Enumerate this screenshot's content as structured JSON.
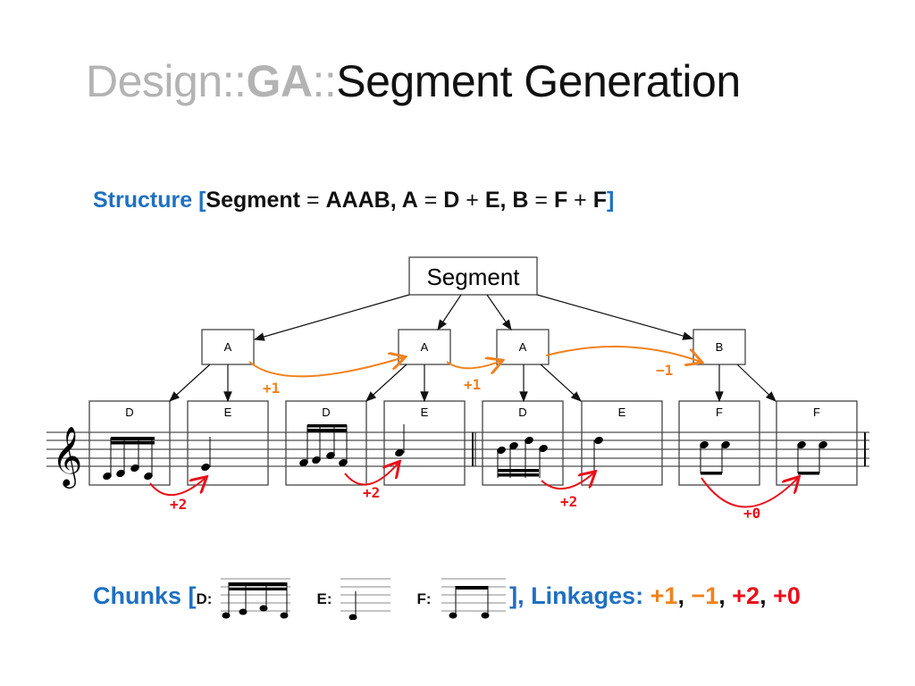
{
  "title": {
    "design": "Design",
    "sep1": "::",
    "ga": "GA",
    "sep2": "::",
    "topic": "Segment Generation"
  },
  "structure": {
    "label": "Structure",
    "open": "[",
    "body_1": "Segment",
    "eq1": " = ",
    "body_2": "AAAB, A",
    "eq2": " = ",
    "body_3": "D",
    "plus1": " + ",
    "body_4": "E, B",
    "eq3": " = ",
    "body_5": "F",
    "plus2": " + ",
    "body_6": "F",
    "close": "]"
  },
  "diagram": {
    "root": "Segment",
    "mid": [
      "A",
      "A",
      "A",
      "B"
    ],
    "leaves": [
      "D",
      "E",
      "D",
      "E",
      "D",
      "E",
      "F",
      "F"
    ],
    "links_mid": [
      "+1",
      "+1",
      "−1"
    ],
    "links_leaf": [
      "+2",
      "+2",
      "+2",
      "+0"
    ],
    "colors": {
      "orange": "#f0821e",
      "red": "#e8101a"
    }
  },
  "chunks": {
    "label": "Chunks [",
    "d": "D:",
    "e": "E:",
    "f": "F:",
    "close": "]",
    "linkages_label": ", Linkages: ",
    "l1": "+1",
    "c1": ", ",
    "l2": "−1",
    "c2": ", ",
    "l3": "+2",
    "c3": ", ",
    "l4": "+0"
  }
}
